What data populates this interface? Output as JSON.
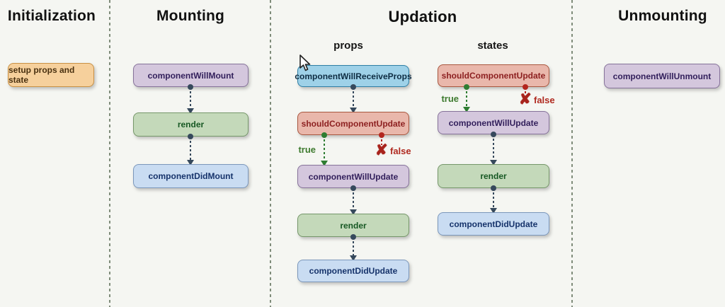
{
  "lanes": {
    "initialization": {
      "title": "Initialization",
      "box": "setup props and state"
    },
    "mounting": {
      "title": "Mounting",
      "boxes": [
        "componentWillMount",
        "render",
        "componentDidMount"
      ]
    },
    "updation": {
      "title": "Updation",
      "props": {
        "subtitle": "props",
        "boxes": [
          "componentWillReceiveProps",
          "shouldComponentUpdate",
          "componentWillUpdate",
          "render",
          "componentDidUpdate"
        ]
      },
      "states": {
        "subtitle": "states",
        "boxes": [
          "shouldComponentUpdate",
          "componentWillUpdate",
          "render",
          "componentDidUpdate"
        ]
      },
      "branch": {
        "true_label": "true",
        "false_label": "false",
        "false_mark": "✘"
      }
    },
    "unmounting": {
      "title": "Unmounting",
      "box": "componentWillUnmount"
    }
  },
  "colors": {
    "background": "#f5f6f2",
    "separator": "#7f8c7a",
    "orange_box": {
      "fill": "#f6d09c",
      "border": "#c89044",
      "text": "#4a3110"
    },
    "purple_box": {
      "fill": "#d4c7dd",
      "border": "#86729a",
      "text": "#33205c"
    },
    "green_box": {
      "fill": "#c4d9ba",
      "border": "#76976a",
      "text": "#175823"
    },
    "blue_box": {
      "fill": "#c9dcf2",
      "border": "#7b97bb",
      "text": "#16336b"
    },
    "cyan_box": {
      "fill": "#9ed1e8",
      "border": "#2f7fa5",
      "text": "#0e2d43"
    },
    "salmon_box": {
      "fill": "#e9b7ab",
      "border": "#a9573f",
      "text": "#8c1f1f"
    },
    "arrow": "#36495c",
    "true_branch": "#2e7d32",
    "false_branch": "#b3261e"
  }
}
